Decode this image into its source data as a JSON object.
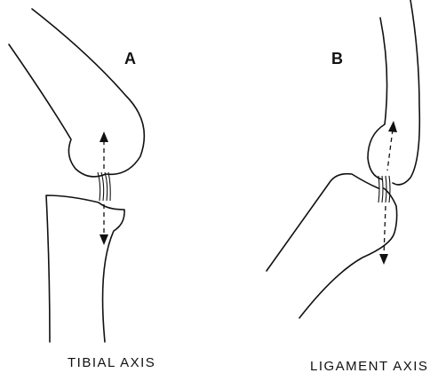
{
  "panels": [
    {
      "letter": "A",
      "caption": "TIBIAL AXIS"
    },
    {
      "letter": "B",
      "caption": "LIGAMENT AXIS"
    }
  ]
}
